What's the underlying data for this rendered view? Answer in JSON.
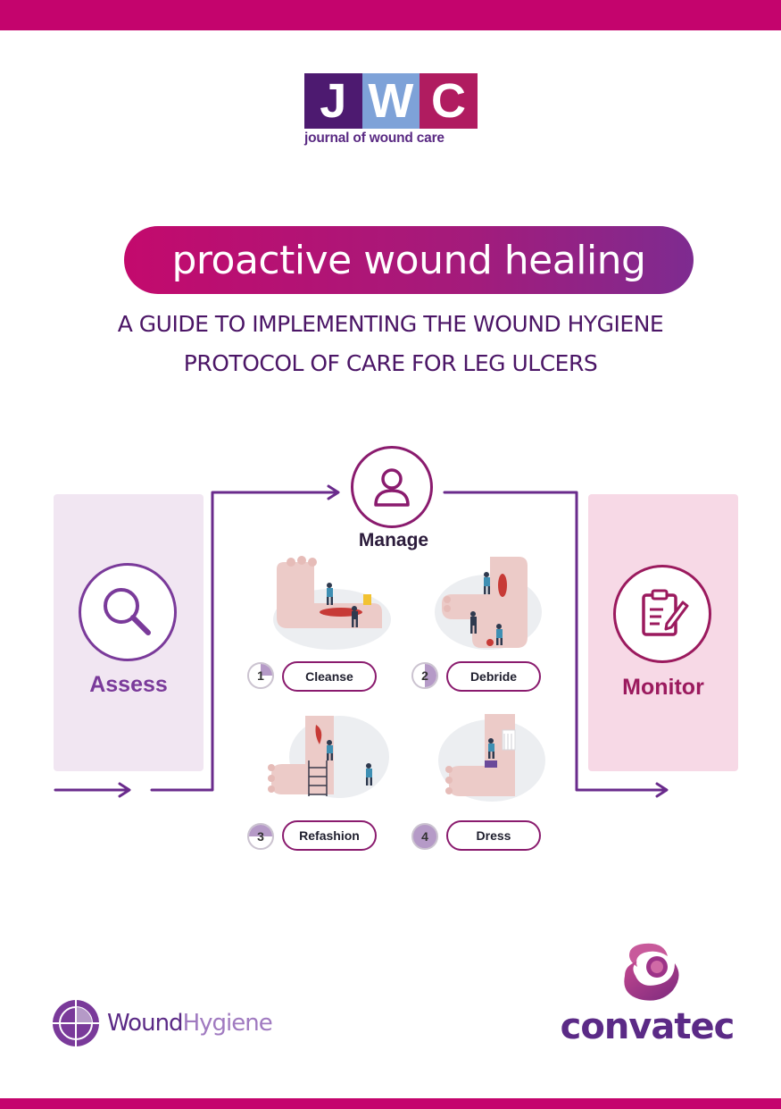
{
  "logo": {
    "letters": [
      "J",
      "W",
      "C"
    ],
    "subtitle": "journal of wound care",
    "colors": [
      "#4d1a70",
      "#7ea2d8",
      "#b01c60"
    ]
  },
  "title": "proactive wound healing",
  "subtitle_lines": [
    "A GUIDE TO IMPLEMENTING THE WOUND HYGIENE",
    "PROTOCOL OF CARE FOR LEG ULCERS"
  ],
  "diagram": {
    "assess_label": "Assess",
    "manage_label": "Manage",
    "monitor_label": "Monitor",
    "steps": [
      {
        "number": "1",
        "label": "Cleanse"
      },
      {
        "number": "2",
        "label": "Debride"
      },
      {
        "number": "3",
        "label": "Refashion"
      },
      {
        "number": "4",
        "label": "Dress"
      }
    ],
    "icons": {
      "assess": "magnifier-icon",
      "manage": "person-icon",
      "monitor": "clipboard-icon"
    }
  },
  "footer": {
    "wound_hygiene": {
      "part1": "Wound",
      "part2": "Hygiene"
    },
    "brand": "convatec"
  },
  "colors": {
    "accent_magenta": "#c4046d",
    "accent_purple": "#6a2b8c",
    "monitor_text": "#9b1a5e",
    "assess_text": "#7a3a9a"
  }
}
